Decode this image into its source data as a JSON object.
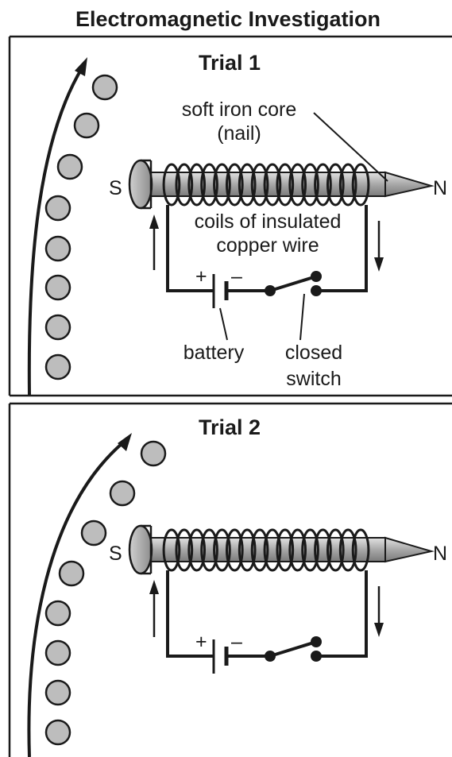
{
  "title": "Electromagnetic Investigation",
  "panels": [
    {
      "trial": "Trial 1",
      "pole_left": "S",
      "pole_right": "N",
      "core_label_1": "soft iron core",
      "core_label_2": "(nail)",
      "coil_label_1": "coils of insulated",
      "coil_label_2": "copper wire",
      "battery_plus": "+",
      "battery_minus": "–",
      "battery_label": "battery",
      "switch_label_1": "closed",
      "switch_label_2": "switch",
      "switch_state": "closed"
    },
    {
      "trial": "Trial 2",
      "pole_left": "S",
      "pole_right": "N",
      "battery_plus": "+",
      "battery_minus": "–",
      "switch_state": "closed"
    }
  ]
}
